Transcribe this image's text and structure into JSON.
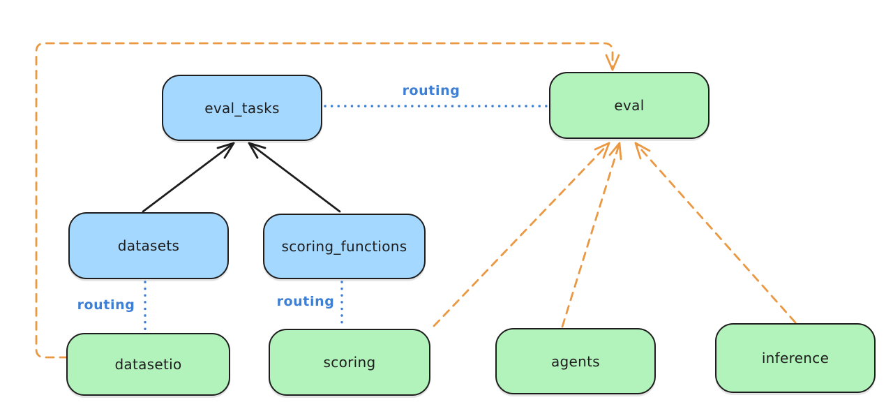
{
  "colors": {
    "stroke": "#1d1d1d",
    "blue_fill": "#a5d8ff",
    "green_fill": "#b2f2bb",
    "routing_blue": "#3d7fd4",
    "orange": "#ea9841",
    "background": "#ffffff"
  },
  "nodes": {
    "eval_tasks": {
      "label": "eval_tasks",
      "fill": "blue"
    },
    "eval": {
      "label": "eval",
      "fill": "green"
    },
    "datasets": {
      "label": "datasets",
      "fill": "blue"
    },
    "scoring_functions": {
      "label": "scoring_functions",
      "fill": "blue"
    },
    "datasetio": {
      "label": "datasetio",
      "fill": "green"
    },
    "scoring": {
      "label": "scoring",
      "fill": "green"
    },
    "agents": {
      "label": "agents",
      "fill": "green"
    },
    "inference": {
      "label": "inference",
      "fill": "green"
    }
  },
  "edges": [
    {
      "from": "datasets",
      "to": "eval_tasks",
      "style": "solid-black-arrow"
    },
    {
      "from": "scoring_functions",
      "to": "eval_tasks",
      "style": "solid-black-arrow"
    },
    {
      "from": "eval_tasks",
      "to": "eval",
      "style": "dotted-blue",
      "label": "routing"
    },
    {
      "from": "datasets",
      "to": "datasetio",
      "style": "dotted-blue",
      "label": "routing"
    },
    {
      "from": "scoring_functions",
      "to": "scoring",
      "style": "dotted-blue",
      "label": "routing"
    },
    {
      "from": "datasetio",
      "to": "eval",
      "style": "dashed-orange-arrow"
    },
    {
      "from": "scoring",
      "to": "eval",
      "style": "dashed-orange-arrow"
    },
    {
      "from": "agents",
      "to": "eval",
      "style": "dashed-orange-arrow"
    },
    {
      "from": "inference",
      "to": "eval",
      "style": "dashed-orange-arrow"
    }
  ]
}
